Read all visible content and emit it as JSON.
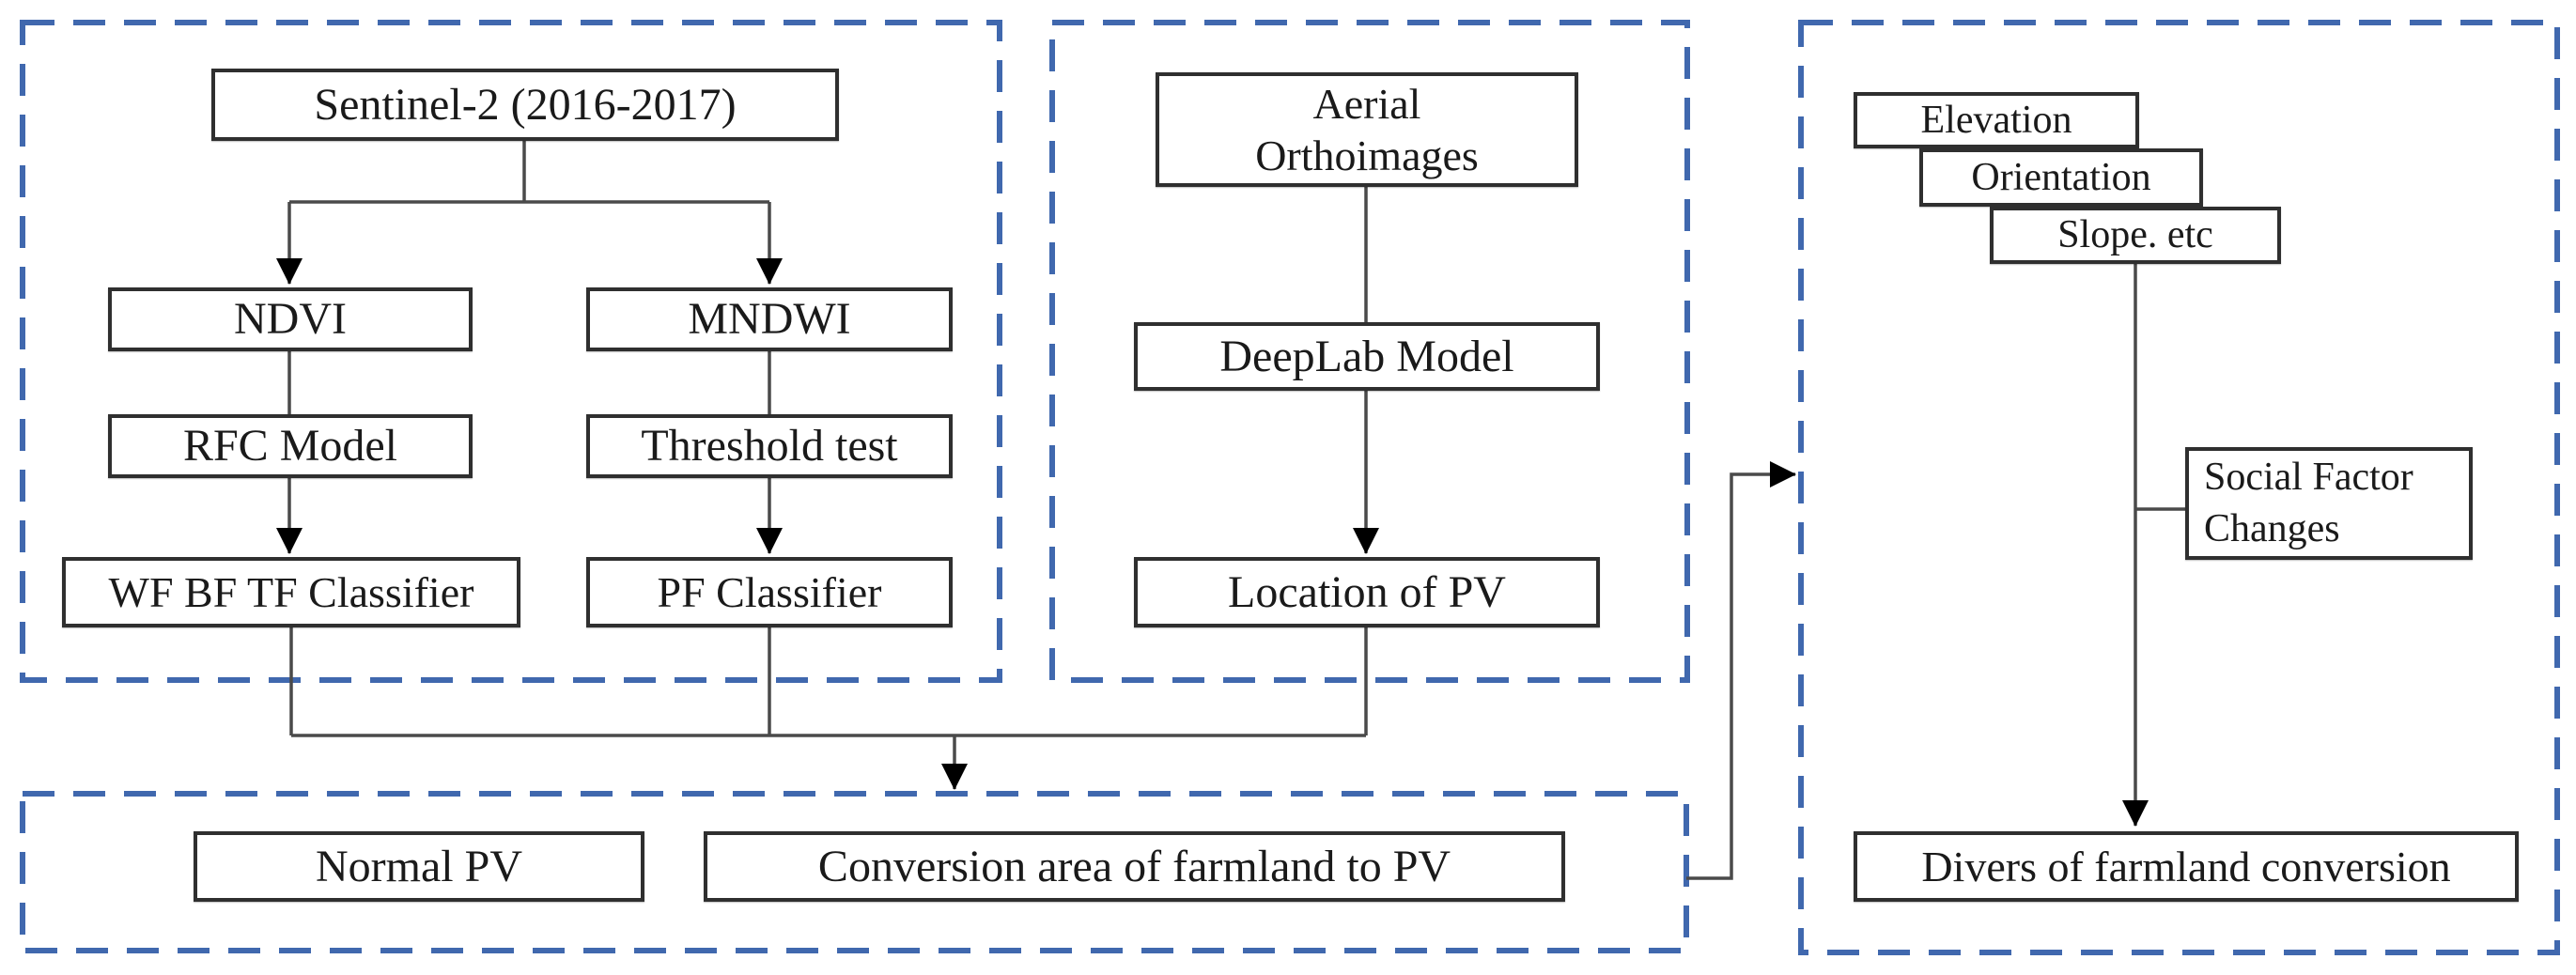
{
  "diagram": {
    "type": "flowchart",
    "description": "PV farmland conversion detection workflow",
    "nodes": {
      "sentinel": {
        "label": "Sentinel-2 (2016-2017)"
      },
      "ndvi": {
        "label": "NDVI"
      },
      "mndwi": {
        "label": "MNDWI"
      },
      "rfc": {
        "label": "RFC Model"
      },
      "threshold": {
        "label": "Threshold test"
      },
      "wf_classifier": {
        "label": "WF BF TF Classifier"
      },
      "pf_classifier": {
        "label": "PF Classifier"
      },
      "aerial": {
        "label": "Aerial Orthoimages"
      },
      "deeplab": {
        "label": "DeepLab Model"
      },
      "location_pv": {
        "label": "Location of PV"
      },
      "elevation": {
        "label": "Elevation"
      },
      "orientation": {
        "label": "Orientation"
      },
      "slope": {
        "label": "Slope. etc"
      },
      "social": {
        "label": "Social Factor Changes"
      },
      "divers": {
        "label": "Divers of farmland conversion"
      },
      "normal_pv": {
        "label": "Normal PV"
      },
      "conversion": {
        "label": "Conversion area of farmland to PV"
      }
    },
    "edges": [
      "Sentinel-2 (2016-2017) -> NDVI",
      "Sentinel-2 (2016-2017) -> MNDWI",
      "NDVI -> RFC Model",
      "RFC Model -> WF BF TF Classifier",
      "MNDWI -> Threshold test",
      "Threshold test -> PF Classifier",
      "Aerial Orthoimages -> DeepLab Model",
      "DeepLab Model -> Location of PV",
      "WF BF TF Classifier + PF Classifier + Location of PV -> results group",
      "results group -> drivers group",
      "Slope. etc -> Divers of farmland conversion",
      "Social Factor Changes -> (joins slope line)"
    ],
    "colors": {
      "container_dash": "#4068ae",
      "box_border": "#2f2f2f",
      "connector": "#4a4a4a",
      "arrowhead": "#000000",
      "text": "#1a1a1a",
      "background": "#ffffff"
    }
  }
}
